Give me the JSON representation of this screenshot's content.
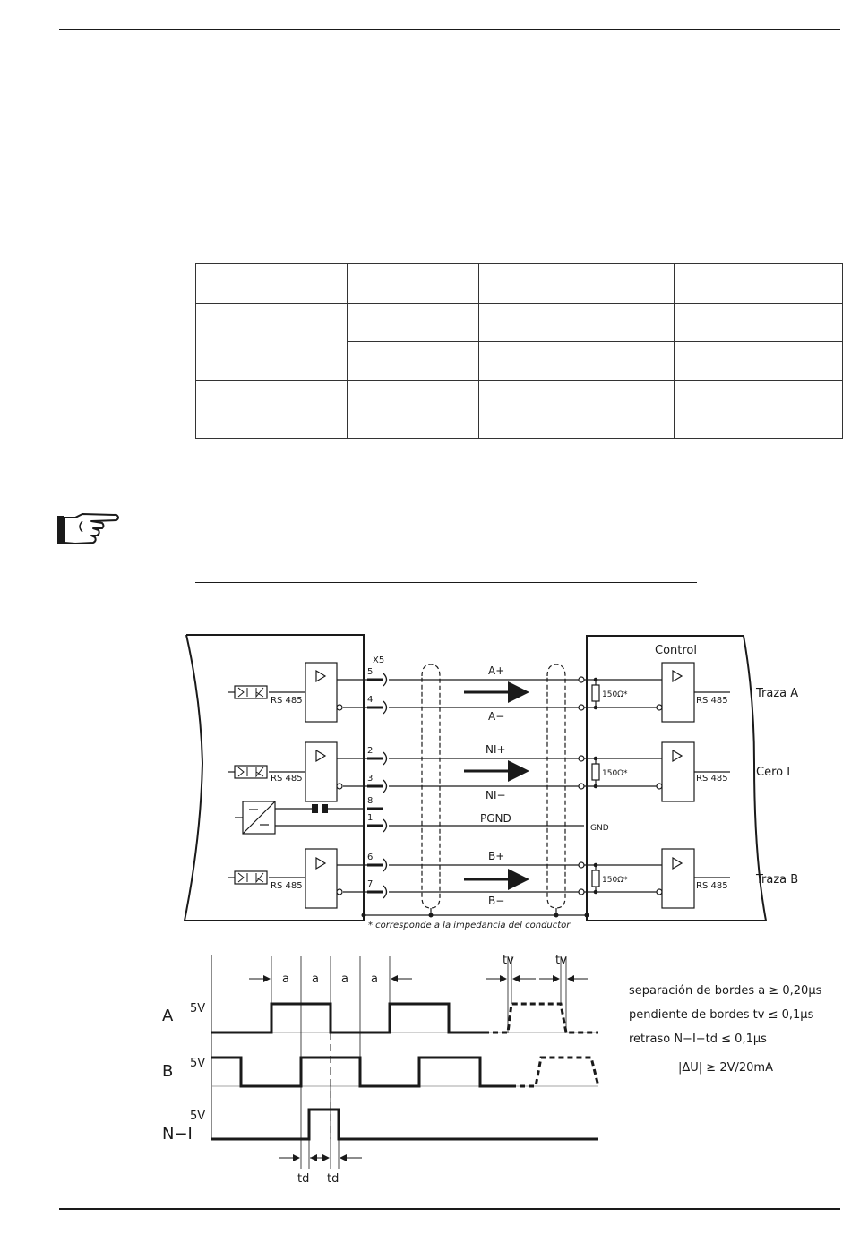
{
  "table": {
    "rows": [
      [
        "",
        "",
        "",
        ""
      ],
      [
        "",
        "",
        "",
        ""
      ],
      [
        "",
        "",
        ""
      ],
      [
        "",
        "",
        "",
        ""
      ]
    ]
  },
  "note_icon": "pointing-hand-icon",
  "schematic": {
    "connector": "X5",
    "control_label": "Control",
    "pins": [
      "5",
      "4",
      "2",
      "3",
      "8",
      "1",
      "6",
      "7"
    ],
    "signals": [
      "A+",
      "A−",
      "NI+",
      "NI−",
      "PGND",
      "B+",
      "B−"
    ],
    "driver_label": "RS 485",
    "resistor_label": "150Ω*",
    "gnd_label": "GND",
    "outputs": [
      "Traza A",
      "Cero I",
      "Traza B"
    ],
    "footnote": "* corresponde a la impedancia del conductor"
  },
  "timing": {
    "rows": [
      "A",
      "B",
      "N−I"
    ],
    "level": "5V",
    "gap_label": "a",
    "slope_label": "tv",
    "delay_label": "td",
    "specs": [
      "separación de bordes a ≥ 0,20µs",
      "pendiente de bordes tv ≤ 0,1µs",
      "retraso N−I−td ≤ 0,1µs",
      "|ΔU| ≥ 2V/20mA"
    ]
  }
}
